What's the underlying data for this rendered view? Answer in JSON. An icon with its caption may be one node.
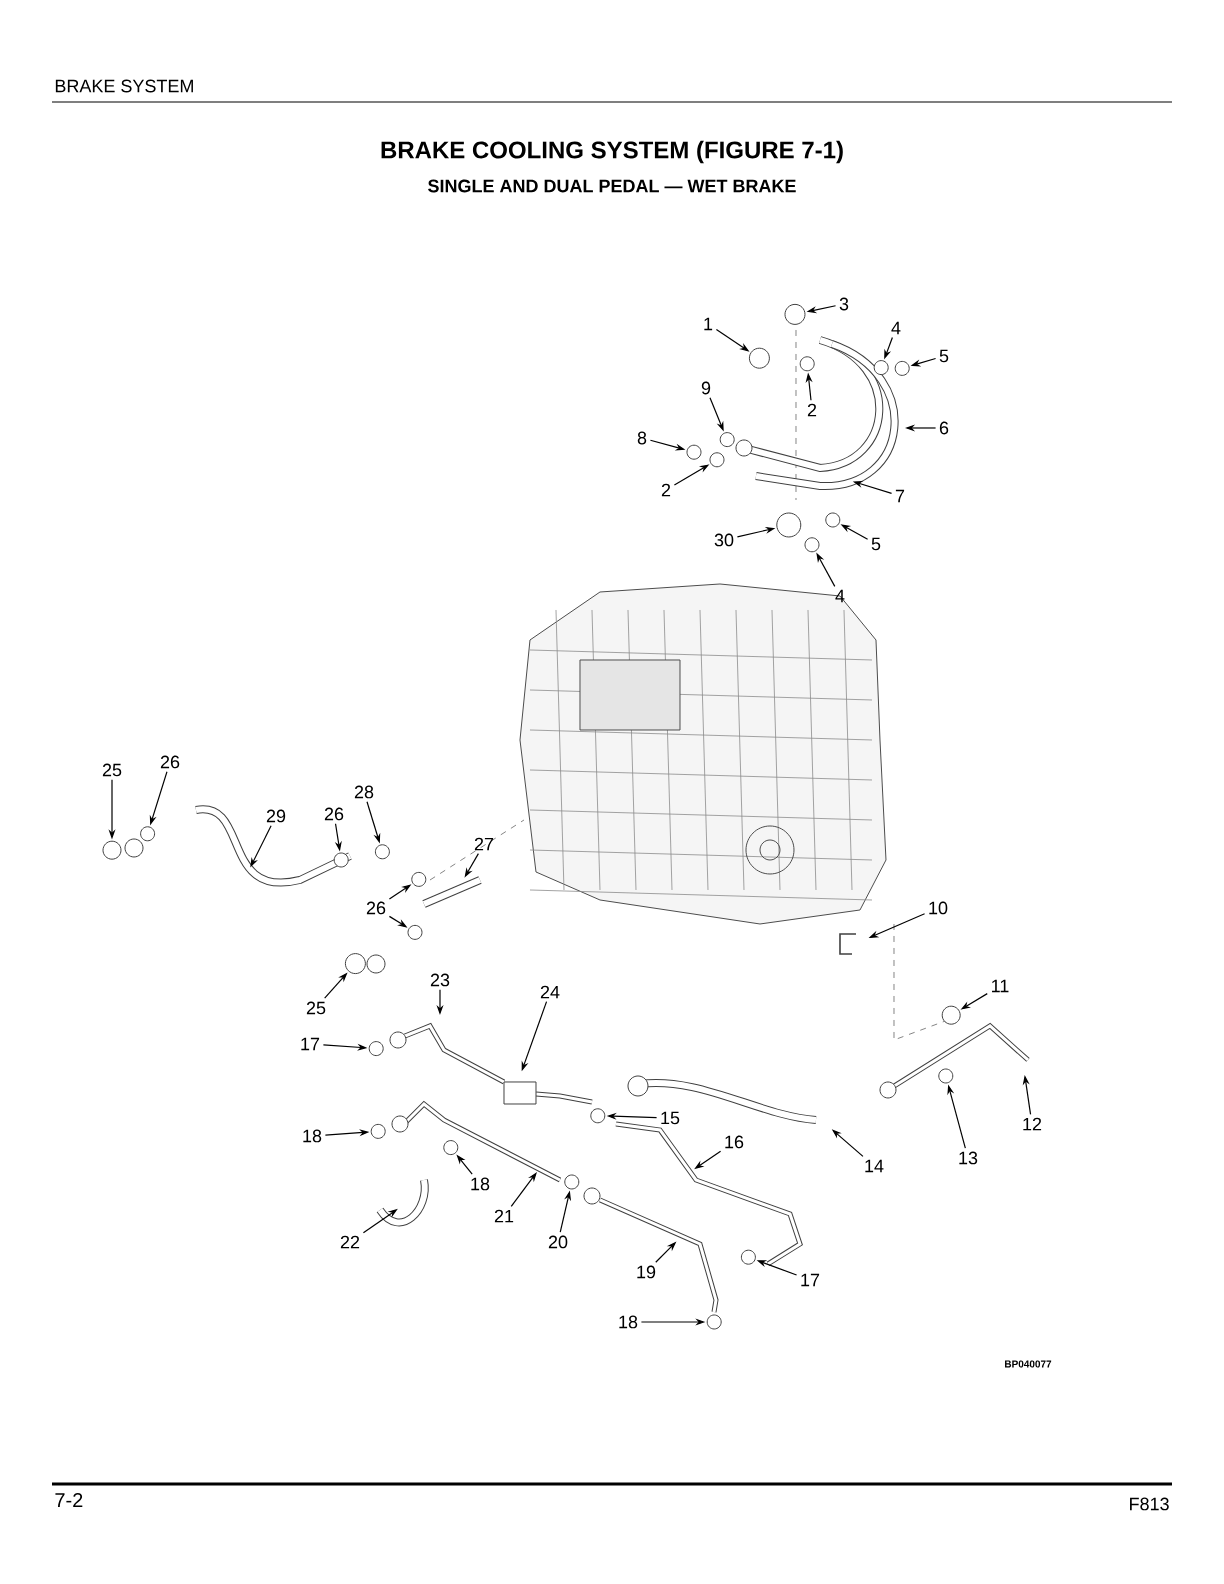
{
  "diagram": {
    "title": "BRAKE COOLING SYSTEM (FIGURE 7-1)",
    "nodes": [
      {
        "text": [
          "1"
        ]
      },
      {
        "text": [
          "3"
        ]
      },
      {
        "text": [
          "2"
        ]
      },
      {
        "text": [
          "4"
        ]
      },
      {
        "text": [
          "5"
        ]
      },
      {
        "text": [
          "9"
        ]
      },
      {
        "text": [
          "8"
        ]
      },
      {
        "text": [
          "2"
        ]
      },
      {
        "text": [
          "6"
        ]
      },
      {
        "text": [
          "7"
        ]
      },
      {
        "text": [
          "30"
        ]
      },
      {
        "text": [
          "5"
        ]
      },
      {
        "text": [
          "4"
        ]
      },
      {
        "text": [
          "25"
        ]
      },
      {
        "text": [
          "26"
        ]
      },
      {
        "text": [
          "29"
        ]
      },
      {
        "text": [
          "28"
        ]
      },
      {
        "text": [
          "26"
        ]
      },
      {
        "text": [
          "27"
        ]
      },
      {
        "text": [
          "26"
        ]
      },
      {
        "text": [
          "25"
        ]
      },
      {
        "text": [
          "10"
        ]
      },
      {
        "text": [
          "23"
        ]
      },
      {
        "text": [
          "24"
        ]
      },
      {
        "text": [
          "11"
        ]
      },
      {
        "text": [
          "17"
        ]
      },
      {
        "text": [
          "15"
        ]
      },
      {
        "text": [
          "16"
        ]
      },
      {
        "text": [
          "12"
        ]
      },
      {
        "text": [
          "18"
        ]
      },
      {
        "text": [
          "14"
        ]
      },
      {
        "text": [
          "13"
        ]
      },
      {
        "text": [
          "18"
        ]
      },
      {
        "text": [
          "21"
        ]
      },
      {
        "text": [
          "20"
        ]
      },
      {
        "text": [
          "22"
        ]
      },
      {
        "text": [
          "19"
        ]
      },
      {
        "text": [
          "17"
        ]
      },
      {
        "text": [
          "18"
        ]
      }
    ],
    "edges": [
      {
        "from": 0,
        "to": null,
        "arrow": "to"
      },
      {
        "from": 1,
        "to": null,
        "arrow": "to"
      },
      {
        "from": 2,
        "to": null,
        "arrow": "to"
      },
      {
        "from": 3,
        "to": null,
        "arrow": "to"
      },
      {
        "from": 4,
        "to": null,
        "arrow": "to"
      },
      {
        "from": 5,
        "to": null,
        "arrow": "to"
      },
      {
        "from": 6,
        "to": null,
        "arrow": "to"
      },
      {
        "from": 7,
        "to": null,
        "arrow": "to"
      },
      {
        "from": 8,
        "to": null,
        "arrow": "to"
      },
      {
        "from": 9,
        "to": null,
        "arrow": "to"
      },
      {
        "from": 10,
        "to": null,
        "arrow": "to"
      },
      {
        "from": 11,
        "to": null,
        "arrow": "to"
      },
      {
        "from": 12,
        "to": null,
        "arrow": "to"
      },
      {
        "from": 13,
        "to": null,
        "arrow": "to"
      },
      {
        "from": 14,
        "to": null,
        "arrow": "to"
      },
      {
        "from": 15,
        "to": null,
        "arrow": "to"
      },
      {
        "from": 16,
        "to": null,
        "arrow": "to"
      },
      {
        "from": 17,
        "to": null,
        "arrow": "to"
      },
      {
        "from": 18,
        "to": null,
        "arrow": "to"
      },
      {
        "from": 19,
        "to": null,
        "arrow": "to"
      },
      {
        "from": 19,
        "to": null,
        "arrow": "to"
      },
      {
        "from": 20,
        "to": null,
        "arrow": "to"
      },
      {
        "from": 21,
        "to": null,
        "arrow": "to"
      },
      {
        "from": 22,
        "to": null,
        "arrow": "to"
      },
      {
        "from": 23,
        "to": null,
        "arrow": "to"
      },
      {
        "from": 24,
        "to": null,
        "arrow": "to"
      },
      {
        "from": 25,
        "to": null,
        "arrow": "to"
      },
      {
        "from": 26,
        "to": null,
        "arrow": "to"
      },
      {
        "from": 27,
        "to": null,
        "arrow": "to"
      },
      {
        "from": 28,
        "to": null,
        "arrow": "to"
      },
      {
        "from": 29,
        "to": null,
        "arrow": "to"
      },
      {
        "from": 30,
        "to": null,
        "arrow": "to"
      },
      {
        "from": 31,
        "to": null,
        "arrow": "to"
      },
      {
        "from": 32,
        "to": null,
        "arrow": "to"
      },
      {
        "from": 33,
        "to": null,
        "arrow": "to"
      },
      {
        "from": 34,
        "to": null,
        "arrow": "to"
      },
      {
        "from": 35,
        "to": null,
        "arrow": "to"
      },
      {
        "from": 36,
        "to": null,
        "arrow": "to"
      },
      {
        "from": 37,
        "to": null,
        "arrow": "to"
      },
      {
        "from": 38,
        "to": null,
        "arrow": "to"
      }
    ],
    "labels": [
      "BRAKE SYSTEM",
      "SINGLE AND DUAL PEDAL — WET BRAKE",
      "BP040077",
      "7-2",
      "F813"
    ]
  }
}
